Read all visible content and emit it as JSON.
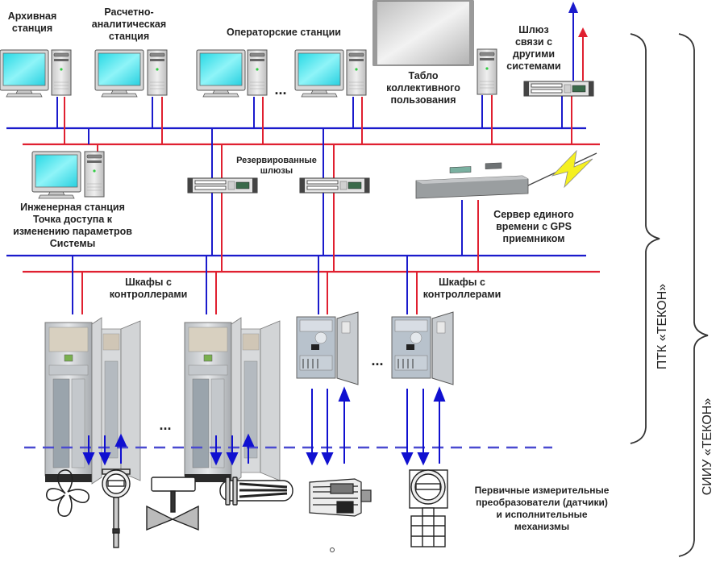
{
  "diagram": {
    "title": "СИИУ «ТЕКОН» architecture",
    "colors": {
      "bus_blue": "#1a1acc",
      "bus_red": "#e02030",
      "screen": "#3fe0e8",
      "lightning": "#f5f020",
      "field_bus": "#4a4ad0"
    },
    "labels": {
      "archive_station": "Архивная\nстанция",
      "calc_station": "Расчетно-\nаналитическая\nстанция",
      "operator_stations": "Операторские станции",
      "display_board": "Табло\nколлективного\nпользования",
      "gateway_other": "Шлюз\nсвязи с\nдругими\nсистемами",
      "engineering_station": "Инженерная станция\nТочка доступа к\nизменению параметров\nСистемы",
      "redundant_gateways": "Резервированные\nшлюзы",
      "gps_server": "Сервер единого\nвремени с GPS\nприемником",
      "cabinets_left": "Шкафы с\nконтроллерами",
      "cabinets_right": "Шкафы с\nконтроллерами",
      "field_devices": "Первичные измерительные\nпреобразователи (датчики)\nи исполнительные\nмеханизмы",
      "ellipsis_operators": "...",
      "ellipsis_cabinets_left": "...",
      "ellipsis_cabinets_right": "...",
      "brace_ptk": "ПТК «ТЕКОН»",
      "brace_siiu": "СИИУ «ТЕКОН»"
    },
    "nodes": [
      {
        "id": "archive-station",
        "type": "workstation"
      },
      {
        "id": "calc-station",
        "type": "workstation"
      },
      {
        "id": "operator-station-1",
        "type": "workstation"
      },
      {
        "id": "operator-station-2",
        "type": "workstation"
      },
      {
        "id": "display-board",
        "type": "display"
      },
      {
        "id": "display-board-pc",
        "type": "pc-tower"
      },
      {
        "id": "gateway-other-systems",
        "type": "rack-gateway"
      },
      {
        "id": "engineering-station",
        "type": "workstation"
      },
      {
        "id": "redundant-gateway-1",
        "type": "rack-gateway"
      },
      {
        "id": "redundant-gateway-2",
        "type": "rack-gateway"
      },
      {
        "id": "gps-time-server",
        "type": "rack-server"
      },
      {
        "id": "floor-cabinet-1",
        "type": "floor-cabinet"
      },
      {
        "id": "floor-cabinet-2",
        "type": "floor-cabinet"
      },
      {
        "id": "wall-cabinet-1",
        "type": "wall-cabinet"
      },
      {
        "id": "wall-cabinet-2",
        "type": "wall-cabinet"
      }
    ],
    "field_devices": [
      "fan",
      "transmitter",
      "valve",
      "heater",
      "electric-motor",
      "flow-meter"
    ]
  }
}
